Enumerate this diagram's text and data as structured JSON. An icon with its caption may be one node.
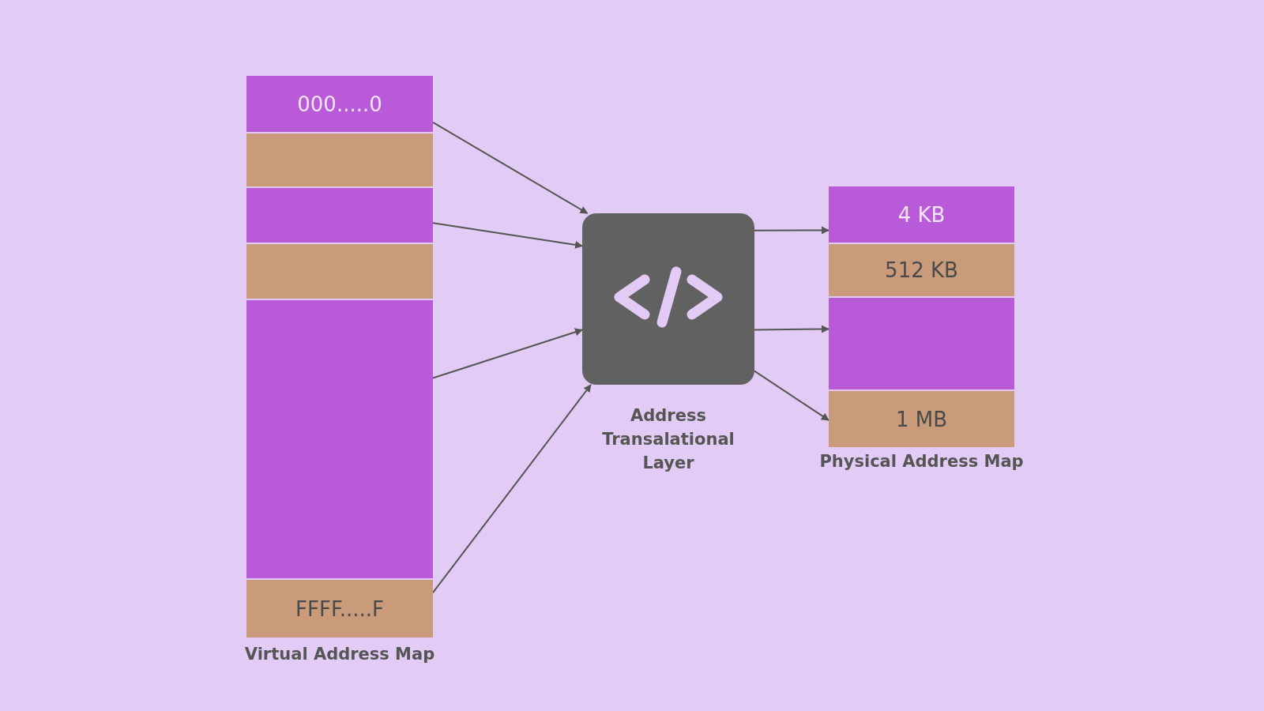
{
  "diagram": {
    "nodes": [
      {
        "text": [
          "Virtual Address Map"
        ]
      },
      {
        "text": [
          "000.....0"
        ],
        "in": 0
      },
      {
        "text": [],
        "shape": "box",
        "in": 0
      },
      {
        "text": [],
        "shape": "box",
        "in": 0
      },
      {
        "text": [],
        "shape": "box",
        "in": 0
      },
      {
        "text": [],
        "shape": "box",
        "in": 0
      },
      {
        "text": [
          "FFFF.....F"
        ],
        "in": 0
      },
      {
        "text": [
          "Address Transalational Layer"
        ]
      },
      {
        "text": [
          "Physical Address Map"
        ]
      },
      {
        "text": [
          "4 KB"
        ],
        "in": 8
      },
      {
        "text": [
          "512 KB"
        ],
        "in": 8
      },
      {
        "text": [],
        "shape": "box",
        "in": 8
      },
      {
        "text": [
          "1 MB"
        ],
        "in": 8
      }
    ],
    "edges": [
      {
        "from": 1,
        "to": 7,
        "arrow": "to"
      },
      {
        "from": 3,
        "to": 7,
        "arrow": "to"
      },
      {
        "from": 5,
        "to": 7,
        "arrow": "to"
      },
      {
        "from": 6,
        "to": 7,
        "arrow": "to"
      },
      {
        "from": 7,
        "to": 9,
        "arrow": "to"
      },
      {
        "from": 7,
        "to": 11,
        "arrow": "to"
      },
      {
        "from": 7,
        "to": 12,
        "arrow": "to"
      }
    ]
  }
}
